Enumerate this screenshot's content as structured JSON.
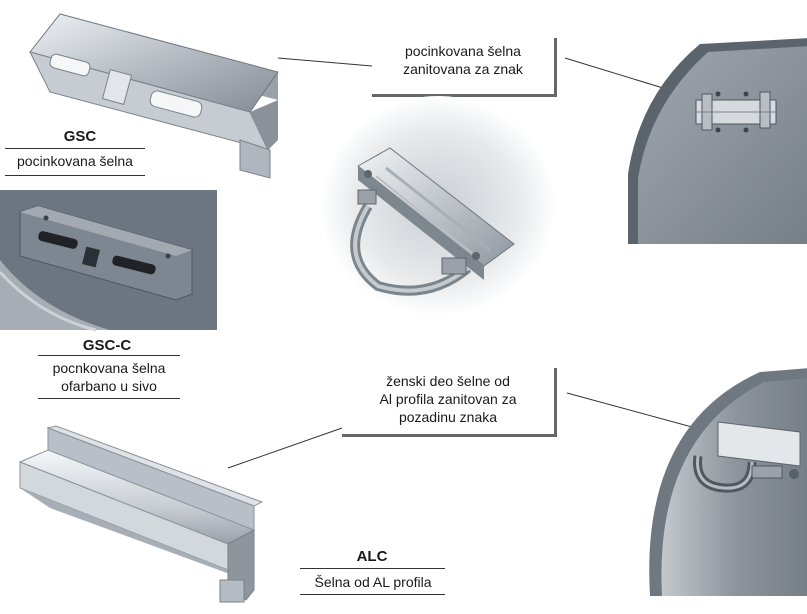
{
  "products": {
    "gsc": {
      "code": "GSC",
      "desc": "pocinkovana šelna"
    },
    "gscc": {
      "code": "GSC-C",
      "desc_line1": "pocnkovana šelna",
      "desc_line2": "ofarbano u sivo"
    },
    "alc": {
      "code": "ALC",
      "desc": "Šelna od AL profila"
    }
  },
  "callouts": {
    "top": {
      "line1": "pocinkovana šelna",
      "line2": "zanitovana za znak"
    },
    "middle": {
      "line1": "ženski deo šelne od",
      "line2": "Al profila zanitovan za",
      "line3": "pozadinu znaka"
    }
  },
  "colors": {
    "metal_light": "#d9dde2",
    "metal_mid": "#a9b0b8",
    "metal_dark": "#6f7780",
    "sign_gray": "#8c929a",
    "sign_dark": "#5f6770"
  }
}
